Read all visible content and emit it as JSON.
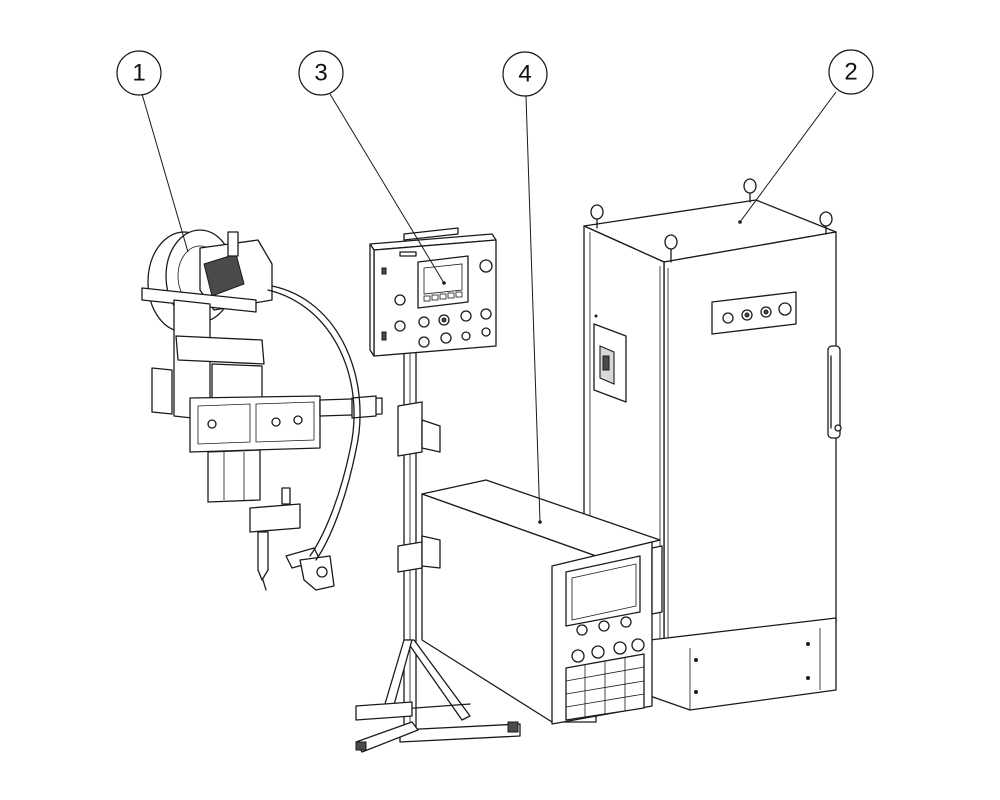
{
  "callouts": [
    {
      "number": "1",
      "target": "welding-head-assembly"
    },
    {
      "number": "2",
      "target": "control-cabinet"
    },
    {
      "number": "3",
      "target": "pendant-control-panel"
    },
    {
      "number": "4",
      "target": "welding-power-source"
    }
  ]
}
